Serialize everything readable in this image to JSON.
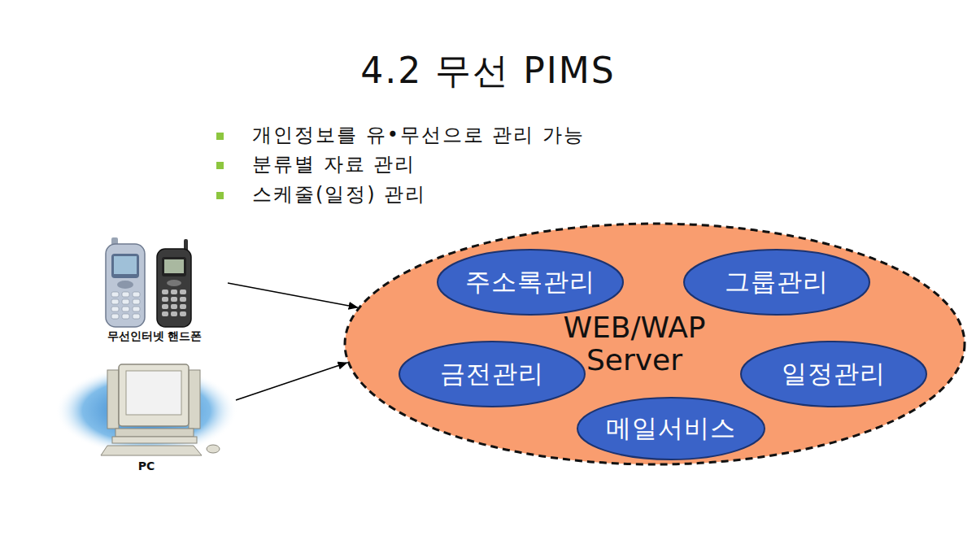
{
  "diagram": {
    "title": "4.2 무선 PIMS",
    "nodes": [
      {
        "text": [
          "무선인터넷 핸드폰"
        ]
      },
      {
        "text": [
          "PC"
        ]
      },
      {
        "text": [
          "WEB/WAP Server"
        ]
      },
      {
        "text": [
          "주소록관리"
        ],
        "in": 2
      },
      {
        "text": [
          "그룹관리"
        ],
        "in": 2
      },
      {
        "text": [
          "금전관리"
        ],
        "in": 2
      },
      {
        "text": [
          "일정관리"
        ],
        "in": 2
      },
      {
        "text": [
          "메일서비스"
        ],
        "in": 2
      }
    ],
    "edges": [
      {
        "from": 0,
        "to": 2,
        "arrow": "to"
      },
      {
        "from": 1,
        "to": 2,
        "arrow": "to"
      }
    ],
    "labels": [
      "개인정보를 유•무선으로 관리 가능",
      "분류별 자료 관리",
      "스케줄(일정) 관리"
    ]
  }
}
